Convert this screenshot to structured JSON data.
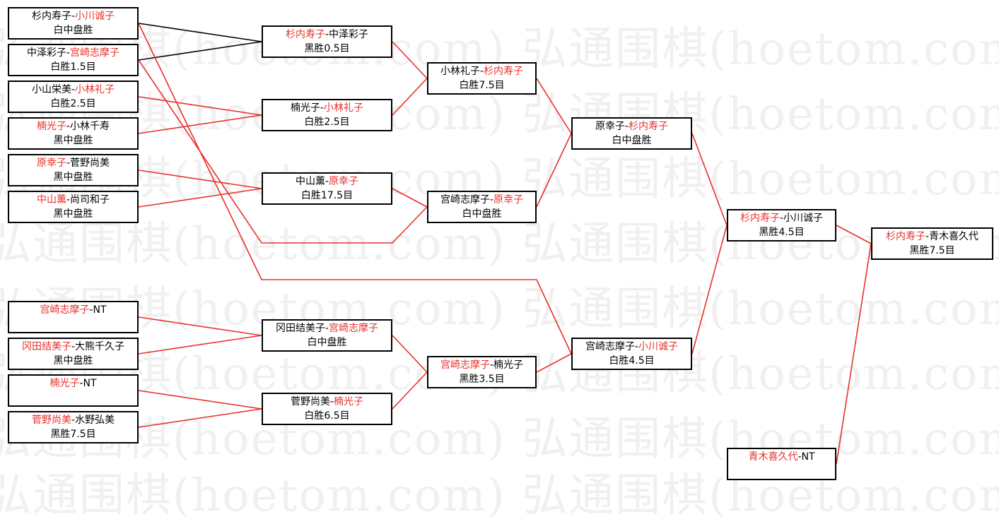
{
  "watermark": "弘通围棋(hoetom.com) 弘通围棋(hoetom.com) 弘通",
  "colors": {
    "line_red": "#e8302a",
    "line_black": "#000000",
    "winner_text": "#e8302a"
  },
  "boxes": [
    {
      "id": "r1a",
      "p1": "杉内寿子",
      "sep": "-",
      "p2": "小川诚子",
      "winner": 2,
      "result": "白中盘胜"
    },
    {
      "id": "r1b",
      "p1": "中泽彩子",
      "sep": "-",
      "p2": "宫崎志摩子",
      "winner": 2,
      "result": "白胜1.5目"
    },
    {
      "id": "r1c",
      "p1": "小山栄美",
      "sep": "-",
      "p2": "小林礼子",
      "winner": 2,
      "result": "白胜2.5目"
    },
    {
      "id": "r1d",
      "p1": "楠光子",
      "sep": "-",
      "p2": "小林千寿",
      "winner": 1,
      "result": "黑中盘胜"
    },
    {
      "id": "r1e",
      "p1": "原幸子",
      "sep": "-",
      "p2": "菅野尚美",
      "winner": 1,
      "result": "黑中盘胜"
    },
    {
      "id": "r1f",
      "p1": "中山薰",
      "sep": "-",
      "p2": "尚司和子",
      "winner": 1,
      "result": "黑中盘胜"
    },
    {
      "id": "r1g",
      "p1": "宫崎志摩子",
      "sep": "-",
      "p2": "NT",
      "winner": 1,
      "result": ""
    },
    {
      "id": "r1h",
      "p1": "冈田结美子",
      "sep": "-",
      "p2": "大熊千久子",
      "winner": 1,
      "result": "黑中盘胜"
    },
    {
      "id": "r1i",
      "p1": "楠光子",
      "sep": "-",
      "p2": "NT",
      "winner": 1,
      "result": ""
    },
    {
      "id": "r1j",
      "p1": "菅野尚美",
      "sep": "-",
      "p2": "水野弘美",
      "winner": 1,
      "result": "黑胜7.5目"
    },
    {
      "id": "r2a",
      "p1": "杉内寿子",
      "sep": "-",
      "p2": "中泽彩子",
      "winner": 1,
      "result": "黑胜0.5目"
    },
    {
      "id": "r2b",
      "p1": "楠光子",
      "sep": "-",
      "p2": "小林礼子",
      "winner": 2,
      "result": "白胜2.5目"
    },
    {
      "id": "r2c",
      "p1": "中山薰",
      "sep": "-",
      "p2": "原幸子",
      "winner": 2,
      "result": "白胜17.5目"
    },
    {
      "id": "r2d",
      "p1": "冈田结美子",
      "sep": "-",
      "p2": "宫崎志摩子",
      "winner": 2,
      "result": "白中盘胜"
    },
    {
      "id": "r2e",
      "p1": "菅野尚美",
      "sep": "-",
      "p2": "楠光子",
      "winner": 2,
      "result": "白胜6.5目"
    },
    {
      "id": "r3a",
      "p1": "小林礼子",
      "sep": "-",
      "p2": "杉内寿子",
      "winner": 2,
      "result": "白胜7.5目"
    },
    {
      "id": "r3b",
      "p1": "宫崎志摩子",
      "sep": "-",
      "p2": "原幸子",
      "winner": 2,
      "result": "白中盘胜"
    },
    {
      "id": "r3c",
      "p1": "宫崎志摩子",
      "sep": "-",
      "p2": "楠光子",
      "winner": 1,
      "result": "黑胜3.5目"
    },
    {
      "id": "r4a",
      "p1": "原幸子",
      "sep": "-",
      "p2": "杉内寿子",
      "winner": 2,
      "result": "白中盘胜"
    },
    {
      "id": "r4b",
      "p1": "宫崎志摩子",
      "sep": "-",
      "p2": "小川诚子",
      "winner": 2,
      "result": "白胜4.5目"
    },
    {
      "id": "r5a",
      "p1": "杉内寿子",
      "sep": "-",
      "p2": "小川诚子",
      "winner": 1,
      "result": "黑胜4.5目"
    },
    {
      "id": "r6b",
      "p1": "青木喜久代",
      "sep": "-",
      "p2": "NT",
      "winner": 1,
      "result": ""
    },
    {
      "id": "final",
      "p1": "杉内寿子",
      "sep": "-",
      "p2": "青木喜久代",
      "winner": 1,
      "result": "黑胜7.5目"
    }
  ],
  "connections": [
    {
      "color": "black",
      "points": "r1a>r2a"
    },
    {
      "color": "black",
      "points": "r1b>r2a"
    },
    {
      "color": "red",
      "points": "r1c>r2b"
    },
    {
      "color": "red",
      "points": "r1d>r2b"
    },
    {
      "color": "red",
      "points": "r1e>r2c"
    },
    {
      "color": "red",
      "points": "r1f>r2c"
    },
    {
      "color": "red",
      "points": "r2a>r3a"
    },
    {
      "color": "red",
      "points": "r2b>r3a"
    },
    {
      "color": "red",
      "points": "r2c>r3b"
    },
    {
      "color": "red",
      "points": "r1b>r3b"
    },
    {
      "color": "red",
      "points": "r3a>r4a"
    },
    {
      "color": "red",
      "points": "r3b>r4a"
    },
    {
      "color": "red",
      "points": "r1a>r4b"
    },
    {
      "color": "red",
      "points": "r1g>r2d"
    },
    {
      "color": "red",
      "points": "r1h>r2d"
    },
    {
      "color": "red",
      "points": "r1i>r2e"
    },
    {
      "color": "red",
      "points": "r1j>r2e"
    },
    {
      "color": "red",
      "points": "r2d>r3c"
    },
    {
      "color": "red",
      "points": "r2e>r3c"
    },
    {
      "color": "red",
      "points": "r3c>r4b"
    },
    {
      "color": "red",
      "points": "r4a>r5a"
    },
    {
      "color": "red",
      "points": "r4b>r5a"
    },
    {
      "color": "red",
      "points": "r5a>final"
    },
    {
      "color": "red",
      "points": "r6b>final"
    }
  ]
}
